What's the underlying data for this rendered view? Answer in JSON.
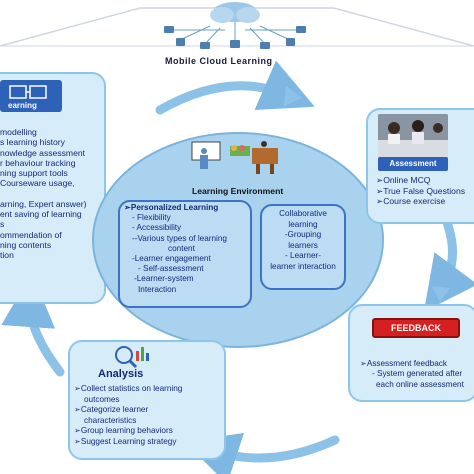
{
  "title": "Mobile Cloud Learning",
  "center": {
    "heading": "Learning Environment",
    "left_box": [
      "➢Personalized Learning",
      "- Flexibility",
      "- Accessibility",
      "--Various types of learning",
      "content",
      "-Learner engagement",
      "- Self-assessment",
      "-Learner-system",
      "Interaction"
    ],
    "right_box": [
      "Collaborative",
      "learning",
      "-Grouping",
      "learners",
      "- Learner-",
      "learner interaction"
    ]
  },
  "left_panel": {
    "banner": "earning",
    "items": [
      "modelling",
      "s learning history",
      "nowledge assessment",
      "r behaviour tracking",
      "ning support tools",
      "Courseware usage,",
      "",
      "arning, Expert answer)",
      "ent saving of learning",
      "s",
      "ommendation of",
      "ning contents",
      "tion"
    ]
  },
  "assessment": {
    "photo_label": "Assessment",
    "items": [
      "➢Online MCQ",
      "➢True False Questions",
      "➢Course exercise"
    ]
  },
  "feedback": {
    "button_label": "FEEDBACK",
    "items": [
      "➢Assessment feedback",
      "- System generated after",
      "each online assessment"
    ]
  },
  "analysis": {
    "heading": "Analysis",
    "items": [
      "➢Collect statistics on learning",
      "outcomes",
      "➢Categorize learner",
      "characteristics",
      "➢Group learning behaviors",
      "➢Suggest Learning strategy"
    ]
  },
  "colors": {
    "accent_blue": "#2d62b8",
    "panel_fill": "#d6ecf8",
    "ellipse_fill": "#a9d2ee",
    "arrow": "#7eb8e2",
    "feedback_red": "#d42020"
  }
}
